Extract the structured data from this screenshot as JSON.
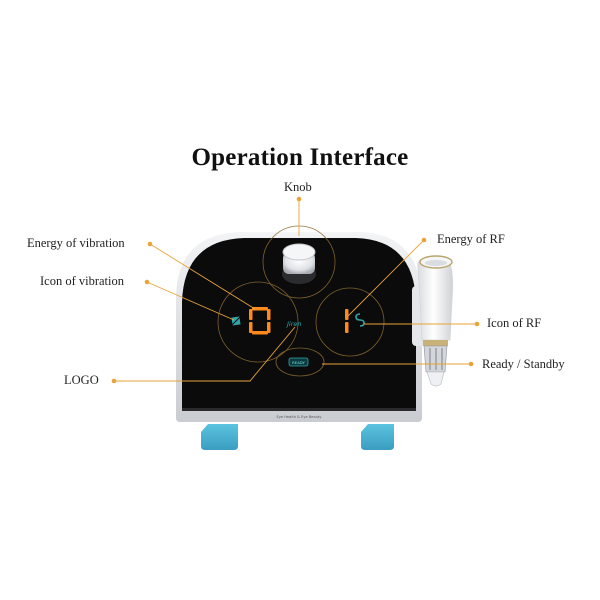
{
  "title": "Operation Interface",
  "labels": {
    "knob": "Knob",
    "energy_vibration": "Energy of vibration",
    "icon_vibration": "Icon of vibration",
    "logo": "LOGO",
    "energy_rf": "Energy of RF",
    "icon_rf": "Icon of RF",
    "ready_standby": "Ready / Standby"
  },
  "device": {
    "vibration_value": "0",
    "rf_value": "1",
    "logo_text": "Jiren",
    "ready_button_text": "READY",
    "bottom_caption": "Eye Health & Eye Beauty"
  },
  "colors": {
    "accent_leader": "#e8a33a",
    "panel": "#0b0b0c",
    "digit": "#ff8a1c",
    "icon_teal": "#2fa5a8",
    "feet": "#4fb6d6"
  }
}
